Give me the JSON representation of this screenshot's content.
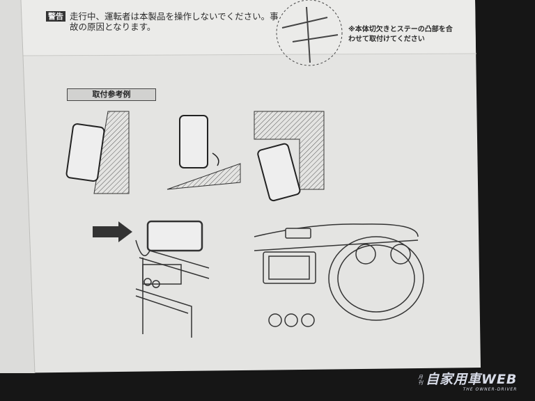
{
  "warning": {
    "badge": "警告",
    "text": "走行中、運転者は本製品を操作しないでください。事故の原因となります。"
  },
  "note": "※本体切欠きとステーの凸部を合わせて取付けてください",
  "example_label": "取付参考例",
  "watermark": {
    "prefix": "月刊",
    "main": "自家用車WEB",
    "sub": "THE OWNER-DRIVER"
  }
}
